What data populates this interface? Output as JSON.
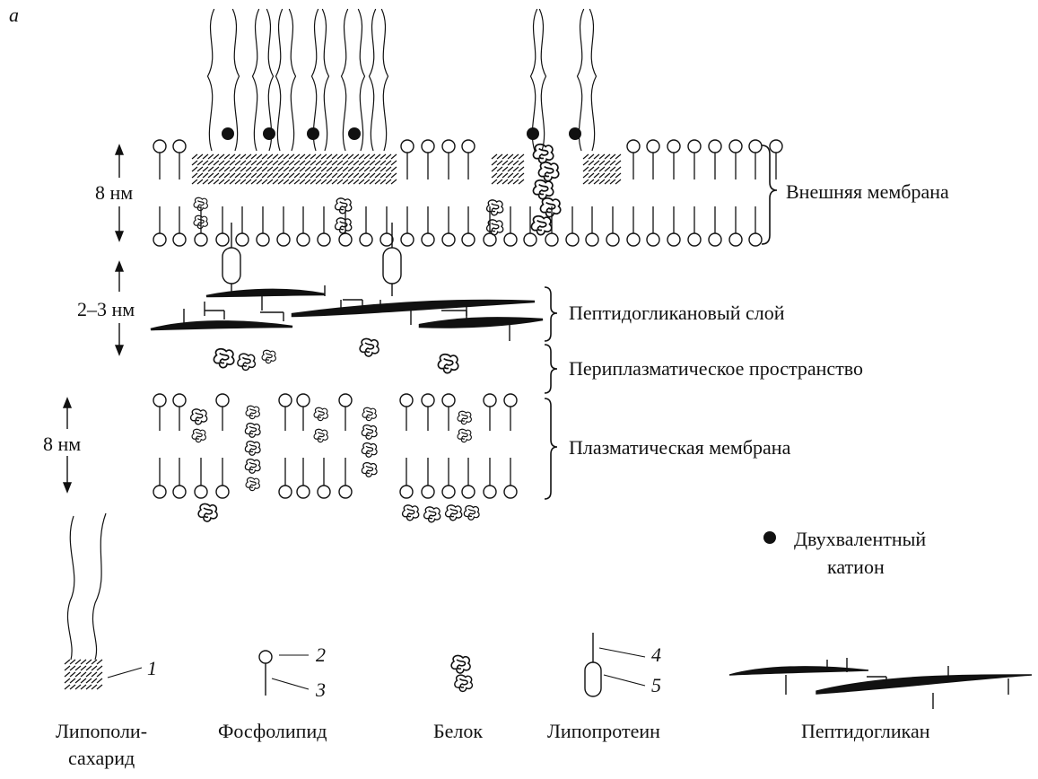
{
  "panel_letter": "a",
  "layers": {
    "outer_membrane": "Внешняя мембрана",
    "peptidoglycan_layer": "Пептидогликановый слой",
    "periplasm": "Периплазматическое пространство",
    "plasma_membrane": "Плазматическая мембрана"
  },
  "dimensions": {
    "outer": "8 нм",
    "peptidoglycan": "2–3 нм",
    "plasma": "8 нм"
  },
  "cation_legend": {
    "line1": "Двухвалентный",
    "line2": "катион"
  },
  "legend": {
    "lps_line1": "Липополи-",
    "lps_line2": "сахарид",
    "phospholipid": "Фосфолипид",
    "protein": "Белок",
    "lipoprotein": "Липопротеин",
    "peptidoglycan": "Пептидогликан",
    "n1": "1",
    "n2": "2",
    "n3": "3",
    "n4": "4",
    "n5": "5"
  },
  "colors": {
    "ink": "#111111",
    "paper": "#ffffff"
  }
}
